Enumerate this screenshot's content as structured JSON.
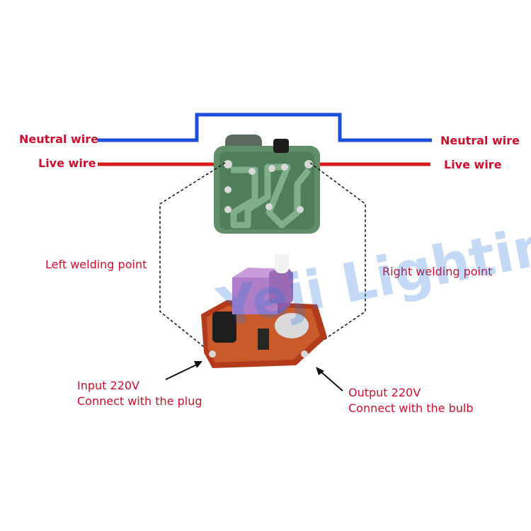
{
  "wires": {
    "neutral_left": "Neutral wire",
    "neutral_right": "Neutral wire",
    "live_left": "Live wire",
    "live_right": "Live wire"
  },
  "welding": {
    "left": "Left welding point",
    "right": "Right welding point"
  },
  "input": {
    "line1": "Input 220V",
    "line2": "Connect with the plug"
  },
  "output": {
    "line1": "Output 220V",
    "line2": "Connect with the bulb"
  },
  "watermark": "Yeji Lighting",
  "colors": {
    "neutral_wire": "#1a4fd8",
    "live_wire": "#d91c1c",
    "label_red": "#c8102e",
    "pcb_top": "#4e7f5a",
    "pcb_bottom": "#b33a1a",
    "pot_body": "#b07ec8"
  }
}
